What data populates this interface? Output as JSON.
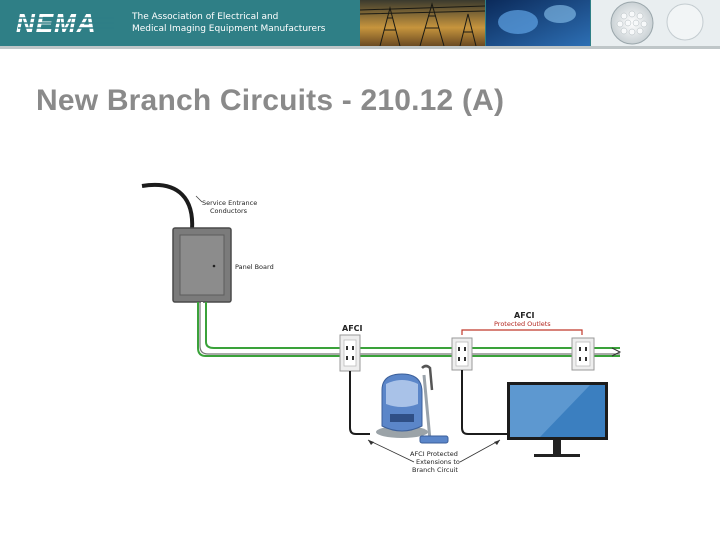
{
  "header": {
    "logo_text": "NEMA",
    "org_line1": "The Association of Electrical and",
    "org_line2": "Medical Imaging Equipment Manufacturers",
    "brand_color": "#2f7f86"
  },
  "slide": {
    "title": "New Branch Circuits - 210.12 (A)"
  },
  "diagram": {
    "service_label_1": "Service Entrance",
    "service_label_2": "Conductors",
    "panel_label": "Panel Board",
    "afci_label": "AFCI",
    "afci_outlets_1": "AFCI",
    "afci_outlets_2": "Protected Outlets",
    "ext_1": "AFCI Protected",
    "ext_2": "Extensions to",
    "ext_3": "Branch Circuit",
    "wire_green": "#3aa23a",
    "wire_red": "#c0392b"
  }
}
